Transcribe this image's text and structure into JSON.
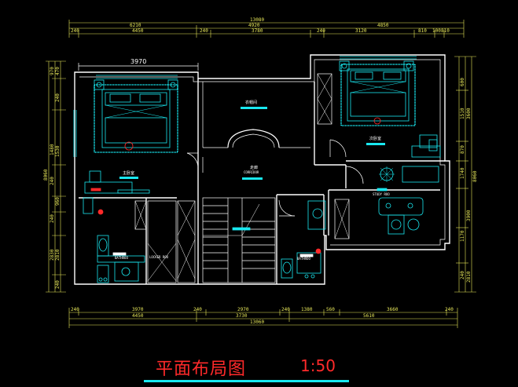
{
  "title": {
    "text": "平面布局图",
    "scale": "1:50"
  },
  "top_dims": {
    "row1": [
      "13080"
    ],
    "row2": [
      "6210",
      "4850"
    ],
    "row3": [
      "240",
      "4450",
      "240",
      "3780",
      "240",
      "3120",
      "810",
      "100",
      "810"
    ],
    "row4": [
      "4920"
    ],
    "bed_width": "3970"
  },
  "bottom_dims": {
    "row1": [
      "240",
      "3970",
      "240",
      "2970",
      "240",
      "1380",
      "560",
      "3660",
      "240"
    ],
    "row2": [
      "4450",
      "3730",
      "5610"
    ],
    "row3": [
      "13060"
    ]
  },
  "left_dims": {
    "outer": [
      "8060"
    ],
    "inner": [
      "970",
      "470",
      "240",
      "1480",
      "1530",
      "240",
      "960",
      "240",
      "2830",
      "2810",
      "240"
    ]
  },
  "right_dims": {
    "outer": [
      "8060"
    ],
    "inner": [
      "600",
      "1510",
      "3600",
      "870",
      "1740",
      "3900",
      "1170",
      "240",
      "2810"
    ]
  },
  "rooms": {
    "bedroom_left": "主卧室",
    "walkin_closet": "衣帽间",
    "bedroom_right": "次卧室",
    "corridor": "走廊",
    "corridor_en": "CORRIDOR",
    "study": "STUDY ROO",
    "locker_room": "LOCKER ROO",
    "bathroom_left": "BATHROO",
    "bathroom_right": "BATHROO"
  },
  "colors": {
    "wall": "#ffffff",
    "furniture": "#19e8f0",
    "dimension": "#e8e85a",
    "title": "#ff2a2a",
    "marker": "#ff2a2a"
  }
}
